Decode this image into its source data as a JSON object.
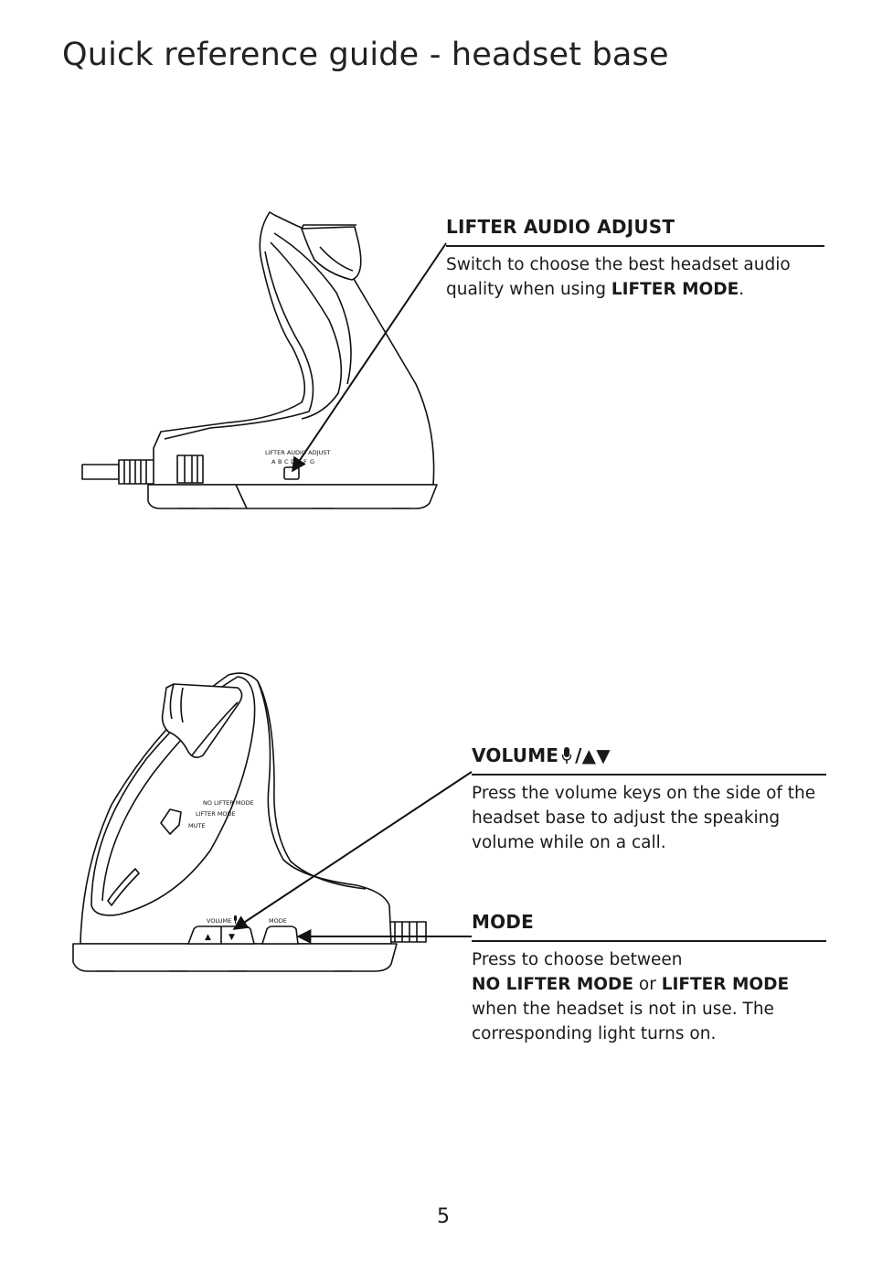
{
  "page": {
    "title": "Quick reference guide - headset base",
    "number": "5"
  },
  "callouts": {
    "lifter_audio": {
      "heading": "LIFTER AUDIO ADJUST",
      "text_1": "Switch to choose the best headset audio quality when using ",
      "bold_1": "LIFTER MODE",
      "text_2": "."
    },
    "volume": {
      "heading": "VOLUME",
      "heading_suffix": "/▲▼",
      "mic_icon": "microphone-icon",
      "text": "Press the volume keys on the side of the headset base to adjust the speaking volume while on a call."
    },
    "mode": {
      "heading": "MODE",
      "text_1": "Press to choose between",
      "bold_1": "NO LIFTER MODE",
      "text_2": " or ",
      "bold_2": "LIFTER MODE",
      "text_3": " when the headset is not in use. The corresponding light turns on."
    }
  },
  "device_top": {
    "switch_label": "LIFTER AUDIO ADJUST",
    "switch_positions": [
      "A",
      "B",
      "C",
      "D",
      "E",
      "F",
      "G"
    ]
  },
  "device_bottom": {
    "labels": {
      "no_lifter": "NO LIFTER MODE",
      "lifter": "LIFTER MODE",
      "mute": "MUTE",
      "volume": "VOLUME",
      "mode": "MODE"
    },
    "volume_up_glyph": "▲",
    "volume_down_glyph": "▼"
  }
}
